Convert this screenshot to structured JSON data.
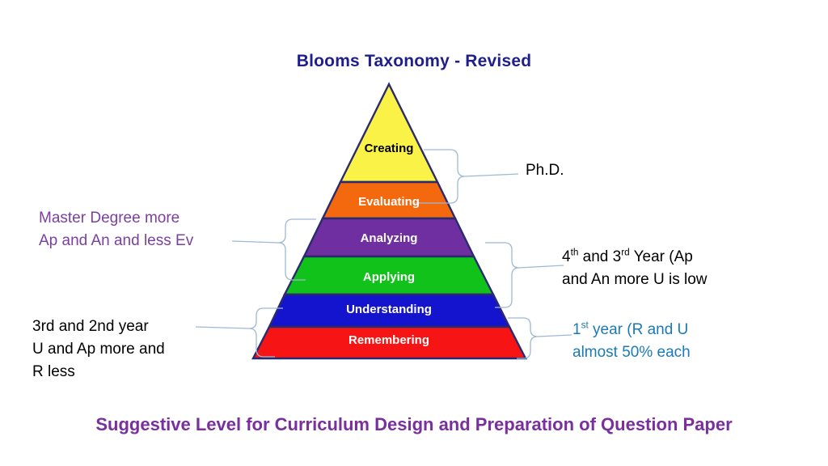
{
  "title": "Blooms Taxonomy - Revised",
  "caption": "Suggestive Level for Curriculum Design and Preparation of Question Paper",
  "colors": {
    "title": "#1f1f8c",
    "caption": "#7a2f9e",
    "outline": "#2a2a6e",
    "connector": "#9fb8d4",
    "creating": "#faf247",
    "evaluating": "#f4690d",
    "analyzing": "#6f2fa0",
    "applying": "#11c21a",
    "understanding": "#1414cf",
    "remembering": "#f61414",
    "annotation_master": "#7b3fa0",
    "annotation_first_year": "#1b7ab5",
    "annotation_black": "#000000"
  },
  "pyramid": {
    "levels": [
      {
        "label": "Creating",
        "color": "#faf247",
        "text_color": "#000000"
      },
      {
        "label": "Evaluating",
        "color": "#f4690d",
        "text_color": "#ffffff"
      },
      {
        "label": "Analyzing",
        "color": "#6f2fa0",
        "text_color": "#ffffff"
      },
      {
        "label": "Applying",
        "color": "#11c21a",
        "text_color": "#ffffff"
      },
      {
        "label": "Understanding",
        "color": "#1414cf",
        "text_color": "#ffffff"
      },
      {
        "label": "Remembering",
        "color": "#f61414",
        "text_color": "#ffffff"
      }
    ]
  },
  "annotations": {
    "phd": {
      "lines": [
        "Ph.D."
      ]
    },
    "master_degree": {
      "lines": [
        "Master Degree more",
        "Ap and An and less Ev"
      ]
    },
    "fourth_third_year": {
      "line1_prefix": "4",
      "line1_sup1": "th",
      "line1_mid": " and 3",
      "line1_sup2": "rd",
      "line1_suffix": " Year (Ap",
      "line2": "and An more U is low"
    },
    "third_second_year": {
      "lines": [
        "3rd and 2nd year",
        "U and Ap more and",
        "R less"
      ]
    },
    "first_year": {
      "line1_prefix": "1",
      "line1_sup": "st",
      "line1_suffix": " year (R and U",
      "line2": "almost 50% each"
    }
  }
}
